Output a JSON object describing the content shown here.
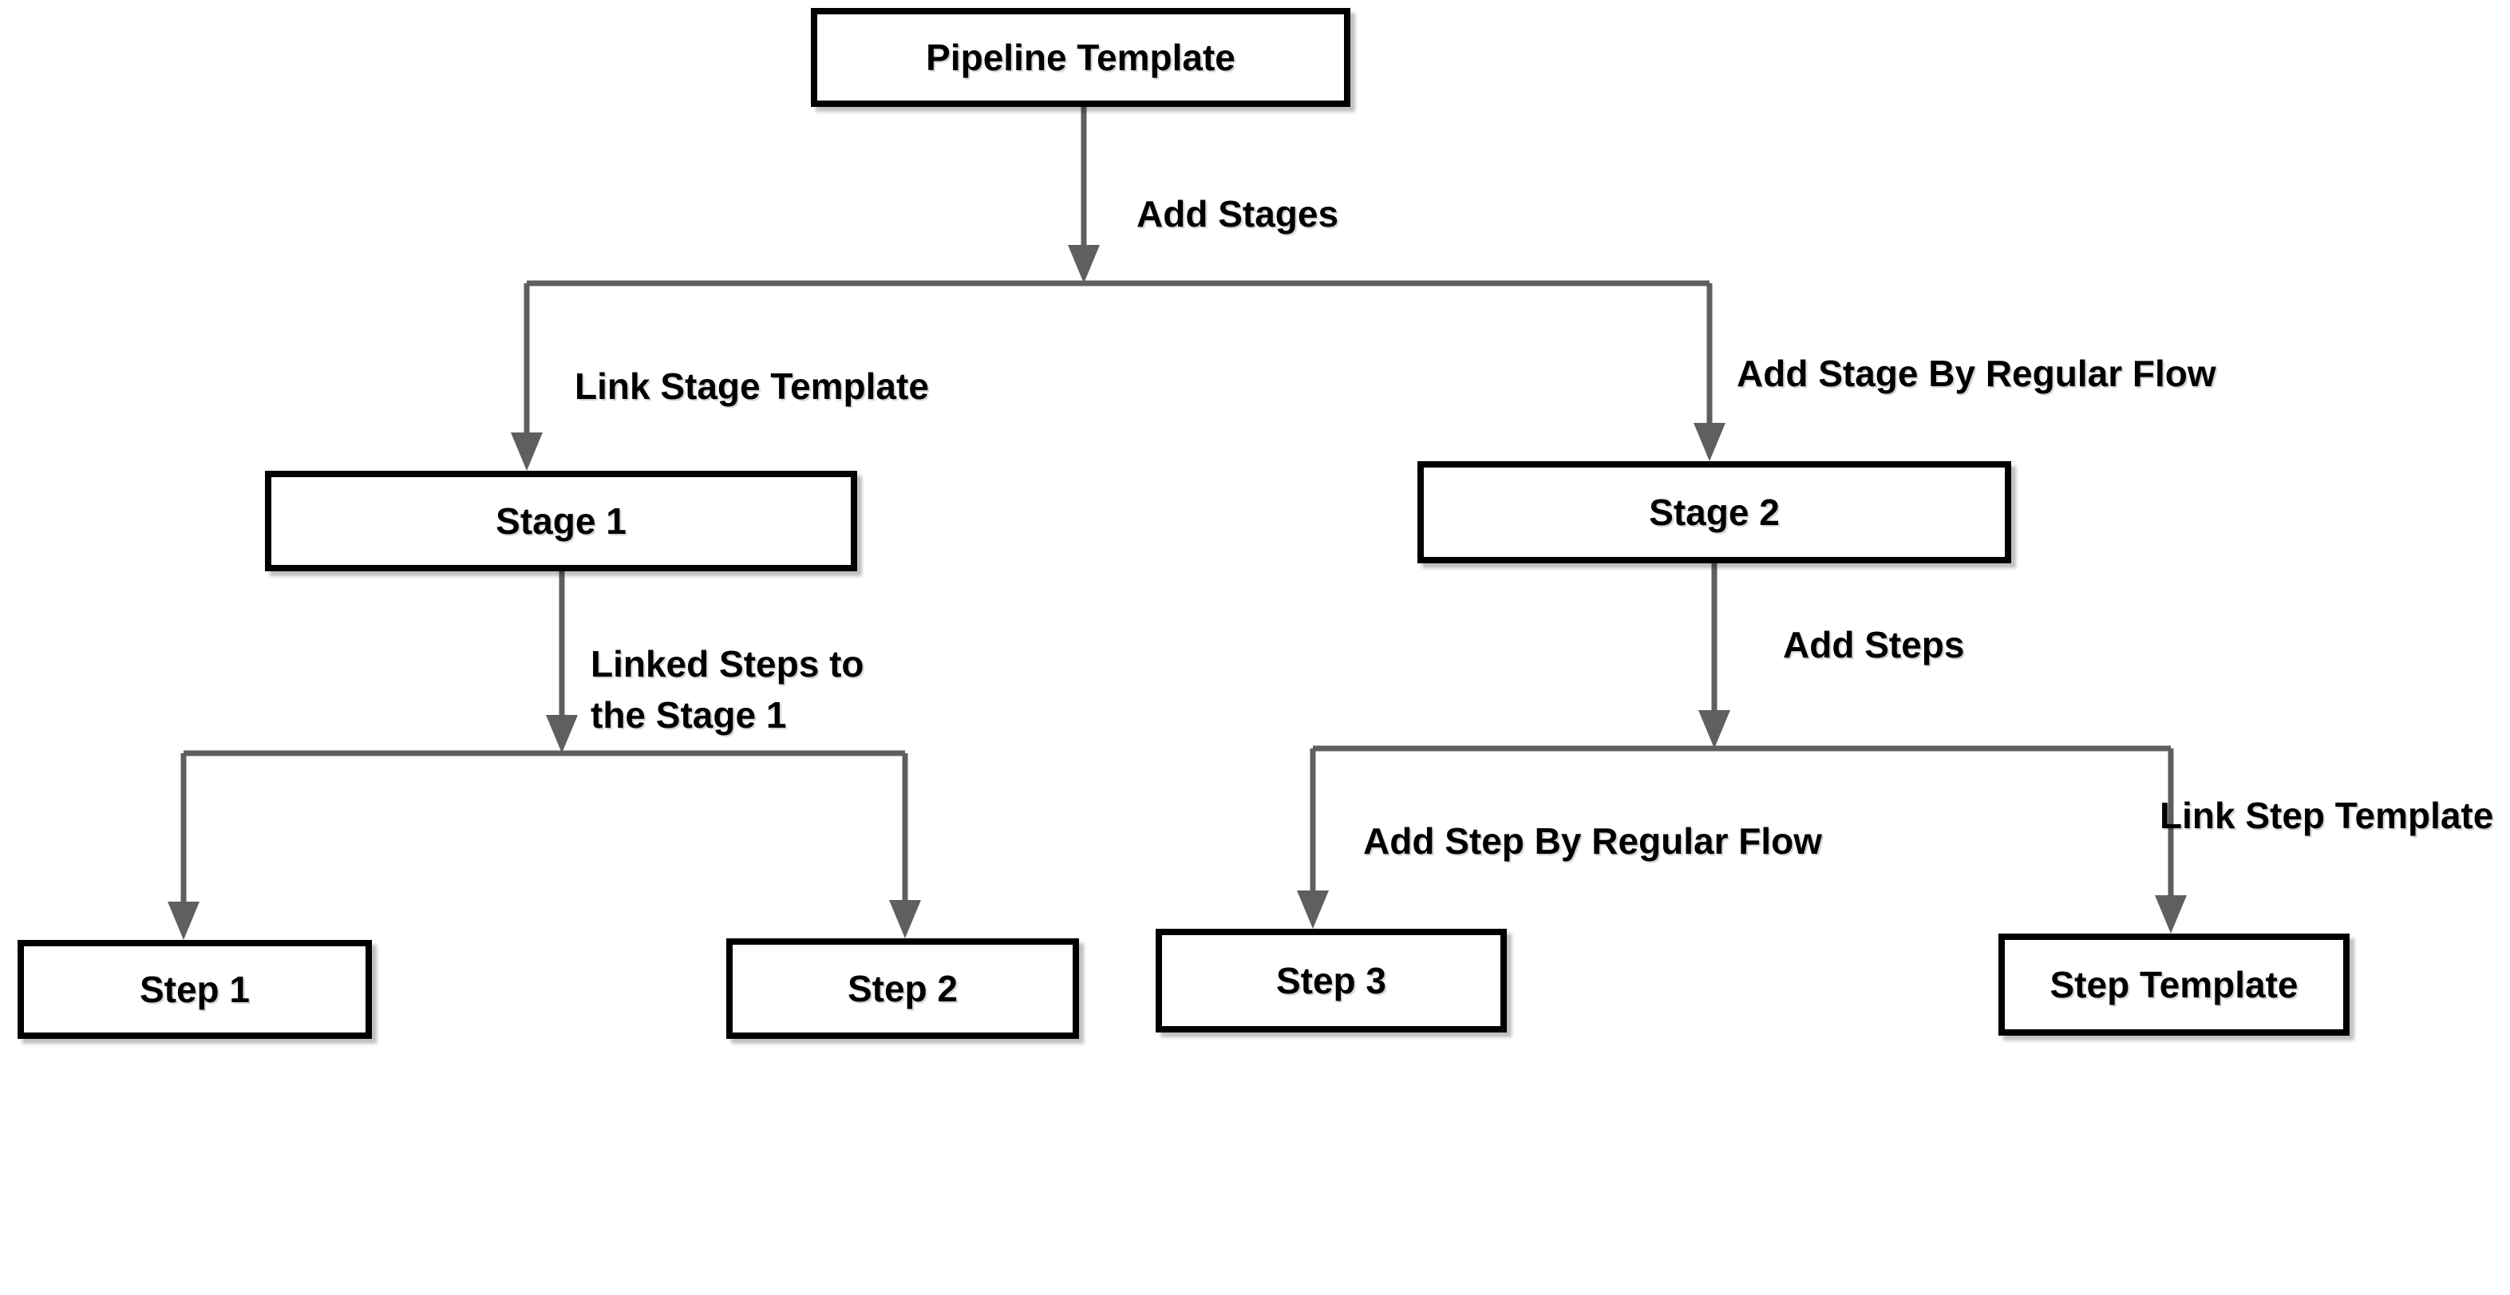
{
  "diagram": {
    "type": "flowchart",
    "background": "#ffffff",
    "colors": {
      "connector": "#5f5f5f",
      "node_border": "#000000",
      "node_fill": "#ffffff",
      "text": "#000000"
    },
    "nodes": {
      "pipeline_template": {
        "label": "Pipeline Template"
      },
      "stage_1": {
        "label": "Stage 1"
      },
      "stage_2": {
        "label": "Stage 2"
      },
      "step_1": {
        "label": "Step 1"
      },
      "step_2": {
        "label": "Step 2"
      },
      "step_3": {
        "label": "Step 3"
      },
      "step_template": {
        "label": "Step Template"
      }
    },
    "edges": {
      "add_stages": {
        "label": "Add Stages",
        "from": "pipeline_template",
        "to": "stages-branch"
      },
      "link_stage_template": {
        "label": "Link Stage Template",
        "from": "stages-branch",
        "to": "stage_1"
      },
      "add_stage_by_regular_flow": {
        "label": "Add Stage By Regular Flow",
        "from": "stages-branch",
        "to": "stage_2"
      },
      "linked_steps_to_stage_1": {
        "label": "Linked Steps to the Stage 1",
        "from": "stage_1",
        "to": "steps-branch-left"
      },
      "to_step_1": {
        "label": "",
        "from": "steps-branch-left",
        "to": "step_1"
      },
      "to_step_2": {
        "label": "",
        "from": "steps-branch-left",
        "to": "step_2"
      },
      "add_steps": {
        "label": "Add Steps",
        "from": "stage_2",
        "to": "steps-branch-right"
      },
      "add_step_by_regular_flow": {
        "label": "Add Step By Regular Flow",
        "from": "steps-branch-right",
        "to": "step_3"
      },
      "link_step_template": {
        "label": "Link Step Template",
        "from": "steps-branch-right",
        "to": "step_template"
      }
    }
  }
}
